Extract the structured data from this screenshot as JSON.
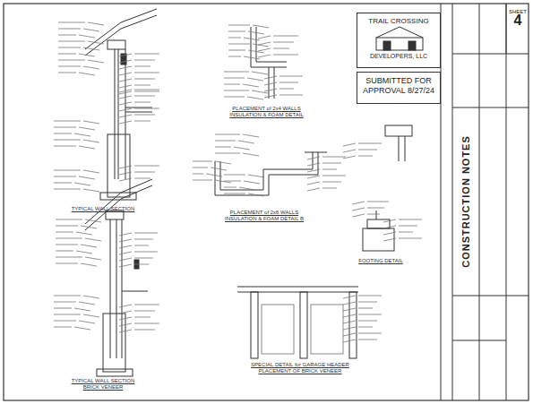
{
  "diagram": {
    "title": "CONSTRUCTION NOTES",
    "nodes": [
      {
        "text": [
          "TRAIL CROSSING",
          "DEVELOPERS, LLC"
        ]
      },
      {
        "text": [
          "SUBMITTED FOR APPROVAL 8/27/24"
        ]
      },
      {
        "text": [
          "SHEET",
          "4"
        ]
      }
    ],
    "labels": [
      "TYPICAL WALL SECTION",
      "TYPICAL WALL SECTION BRICK VENEER",
      "PLACEMENT of 2x4 WALLS INSULATION & FOAM DETAIL",
      "PLACEMENT of 2x6 WALLS INSULATION & FOAM DETAIL B",
      "FOOTING DETAIL",
      "SPECIAL DETAIL for GARAGE HEADER PLACEMENT OF BRICK VENEER"
    ]
  }
}
